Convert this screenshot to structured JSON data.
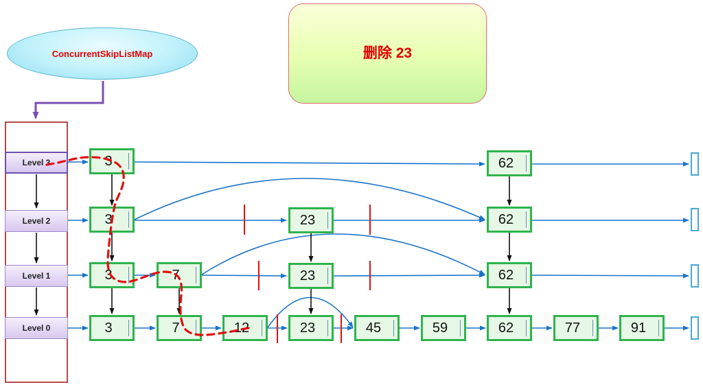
{
  "header": {
    "map_label": "ConcurrentSkipListMap"
  },
  "operation": {
    "label": "删除 23"
  },
  "levels": [
    {
      "label": "Level 3"
    },
    {
      "label": "Level 2"
    },
    {
      "label": "Level 1"
    },
    {
      "label": "Level 0"
    }
  ],
  "nodes": {
    "level3": [
      "3",
      "62"
    ],
    "level2": [
      "3",
      "23",
      "62"
    ],
    "level1": [
      "3",
      "7",
      "23",
      "62"
    ],
    "level0": [
      "3",
      "7",
      "12",
      "23",
      "45",
      "59",
      "62",
      "77",
      "91"
    ]
  },
  "colors": {
    "link": "#1a73c8",
    "down_link": "#111111",
    "search_path": "#e01010",
    "cut_mark": "#e01010",
    "node_border": "#2fb34d",
    "head_pointer": "#7a4fb0"
  }
}
